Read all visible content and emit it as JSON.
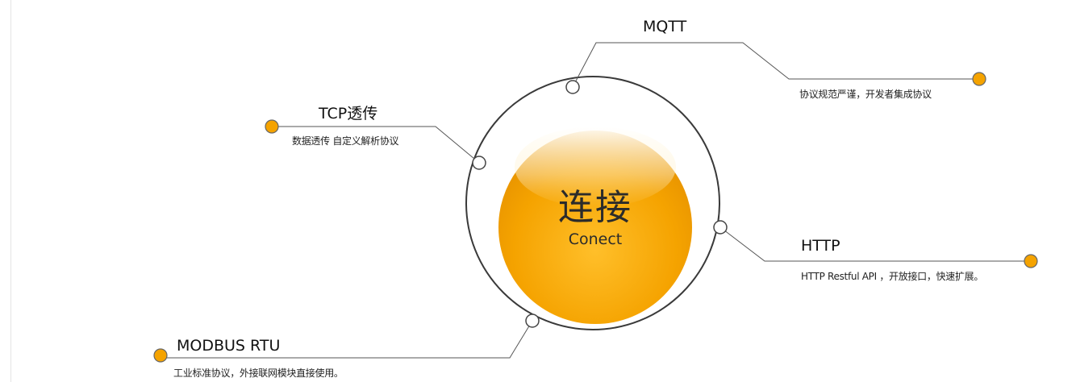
{
  "center": {
    "title": "连接",
    "subtitle": "Conect"
  },
  "nodes": [
    {
      "id": "mqtt",
      "title": "MQTT",
      "description": "协议规范严谨，开发者集成协议"
    },
    {
      "id": "tcp",
      "title": "TCP透传",
      "description": "数据透传 自定义解析协议"
    },
    {
      "id": "http",
      "title": "HTTP",
      "description": "HTTP Restful  API ，开放接口，快速扩展。"
    },
    {
      "id": "modbus",
      "title": "MODBUS RTU",
      "description": "工业标准协议，外接联网模块直接使用。"
    }
  ],
  "colors": {
    "accent_orange": "#f5a300",
    "line_gray": "#555555",
    "ring_dark": "#3a3a3a"
  }
}
